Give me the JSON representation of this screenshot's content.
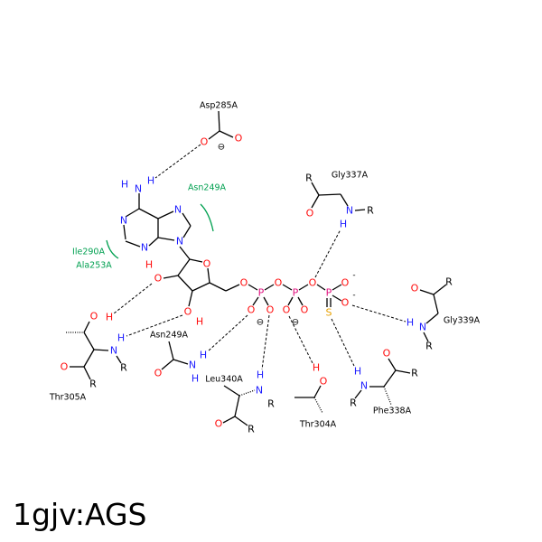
{
  "title": "1gjv:AGS",
  "elements": {
    "O": "O",
    "N": "N",
    "H": "H",
    "P": "P",
    "S": "S",
    "R": "R",
    "charge": "⊖",
    "minus": "-"
  },
  "residues": {
    "asp285": "Asp285A",
    "gly337": "Gly337A",
    "gly339": "Gly339A",
    "phe338": "Phe338A",
    "thr304": "Thr304A",
    "leu340": "Leu340A",
    "asn249_hb": "Asn249A",
    "thr305": "Thr305A"
  },
  "hydrophobic": {
    "asn249": "Asn249A",
    "ile290": "Ile290A",
    "ala253": "Ala253A"
  },
  "colors": {
    "oxygen": "#ff0d0d",
    "nitrogen": "#1f1fff",
    "phosphorus": "#e0117f",
    "sulfur": "#e8a000",
    "hydrophobic": "#00a050"
  }
}
